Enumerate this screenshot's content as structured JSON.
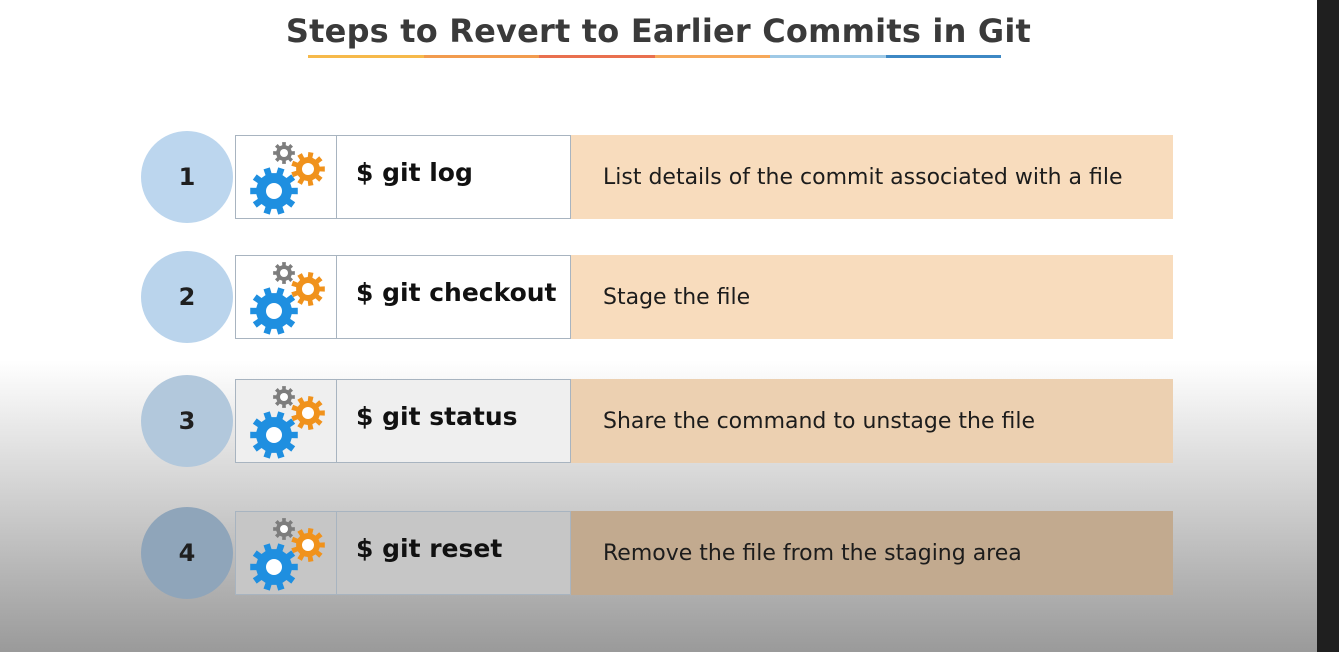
{
  "title": "Steps to Revert to Earlier Commits in Git",
  "colors": {
    "underline": [
      "#f6b94a",
      "#f29b4e",
      "#e9704f",
      "#f6a85a",
      "#9ec9e6",
      "#3d88c4"
    ],
    "gear_blue": "#1f8fe0",
    "gear_orange": "#f0921c",
    "gear_gray": "#7d7d7d"
  },
  "steps": [
    {
      "number": "1",
      "icon": "gears-icon",
      "command": "$ git log",
      "description": "List details of the commit associated with a file"
    },
    {
      "number": "2",
      "icon": "gears-icon",
      "command": "$ git checkout",
      "description": "Stage the file"
    },
    {
      "number": "3",
      "icon": "gears-icon",
      "command": "$ git status",
      "description": "Share the command to unstage the file"
    },
    {
      "number": "4",
      "icon": "gears-icon",
      "command": "$ git reset",
      "description": "Remove the file from the staging area"
    }
  ]
}
